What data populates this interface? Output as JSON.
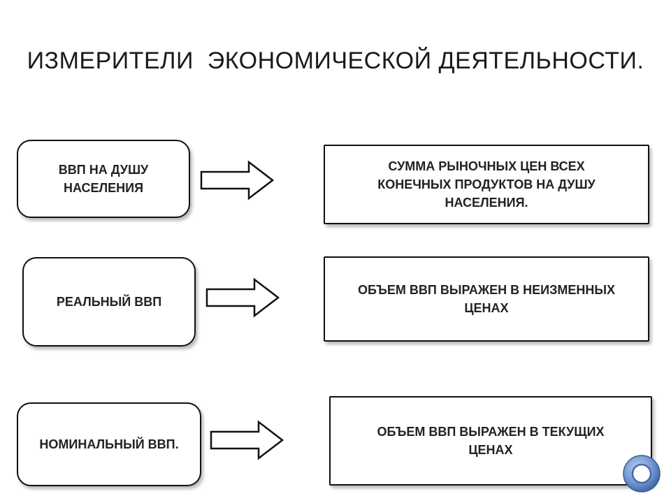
{
  "title": "ИЗМЕРИТЕЛИ  ЭКОНОМИЧЕСКОЙ ДЕЯТЕЛЬНОСТИ.",
  "rows": [
    {
      "term": "ВВП НА ДУШУ\nНАСЕЛЕНИЯ",
      "definition": "СУММА  РЫНОЧНЫХ  ЦЕН ВСЕХ\nКОНЕЧНЫХ ПРОДУКТОВ НА ДУШУ\nНАСЕЛЕНИЯ."
    },
    {
      "term": "РЕАЛЬНЫЙ ВВП",
      "definition": "ОБЪЕМ ВВП  ВЫРАЖЕН  В НЕИЗМЕННЫХ\nЦЕНАХ"
    },
    {
      "term": "НОМИНАЛЬНЫЙ ВВП.",
      "definition": "ОБЪЕМ ВВП  ВЫРАЖЕН В  ТЕКУЩИХ\nЦЕНАХ"
    }
  ],
  "icons": {
    "arrow": "right-arrow-icon",
    "nav": "circle-nav-icon"
  },
  "colors": {
    "border": "#111111",
    "nav_ring": "#5f86c6"
  }
}
